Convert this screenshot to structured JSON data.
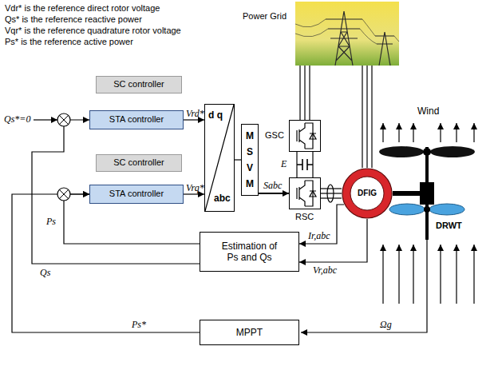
{
  "diagram": {
    "nodes": [
      {
        "text": [
          "Power Grid"
        ]
      },
      {
        "text": [
          "SC controller"
        ]
      },
      {
        "text": [
          "STA controller"
        ]
      },
      {
        "text": [
          "SC controller"
        ]
      },
      {
        "text": [
          "STA controller"
        ]
      },
      {
        "text": [
          "d q",
          "abc"
        ]
      },
      {
        "text": [
          "M S V M"
        ]
      },
      {
        "text": [
          "GSC"
        ]
      },
      {
        "text": [
          "RSC"
        ]
      },
      {
        "text": [
          "DFIG"
        ]
      },
      {
        "text": [
          "Estimation of Ps and Qs"
        ]
      },
      {
        "text": [
          "MPPT"
        ]
      }
    ],
    "edges": [
      {
        "from": 2,
        "to": 5,
        "arrow": "to",
        "label": "Vrd*"
      },
      {
        "from": 4,
        "to": 5,
        "arrow": "to",
        "label": "Vrq*"
      },
      {
        "from": 5,
        "to": 6,
        "arrow": "none"
      },
      {
        "from": 6,
        "to": 8,
        "arrow": "to",
        "label": "Sabc"
      },
      {
        "from": 7,
        "to": 0,
        "arrow": "none"
      },
      {
        "from": 7,
        "to": 8,
        "arrow": "none"
      },
      {
        "from": 8,
        "to": 9,
        "arrow": "none"
      },
      {
        "from": 9,
        "to": 0,
        "arrow": "none"
      },
      {
        "from": 9,
        "to": 10,
        "arrow": "to",
        "label": "Ir,abc"
      },
      {
        "from": 9,
        "to": 10,
        "arrow": "to",
        "label": "Vr,abc"
      },
      {
        "from": 10,
        "to": 4,
        "arrow": "to",
        "label": "Ps"
      },
      {
        "from": 10,
        "to": 2,
        "arrow": "to",
        "label": "Qs"
      },
      {
        "from": 11,
        "to": 4,
        "arrow": "to",
        "label": "Ps*"
      }
    ],
    "labels": [
      "Vdr* is the reference direct rotor voltage",
      "Qs* is the reference reactive power",
      "Vqr* is the reference quadrature rotor voltage",
      "Ps* is the reference active power",
      "Qs*=0",
      "E",
      "Wind",
      "DRWT",
      "Ωg"
    ]
  }
}
